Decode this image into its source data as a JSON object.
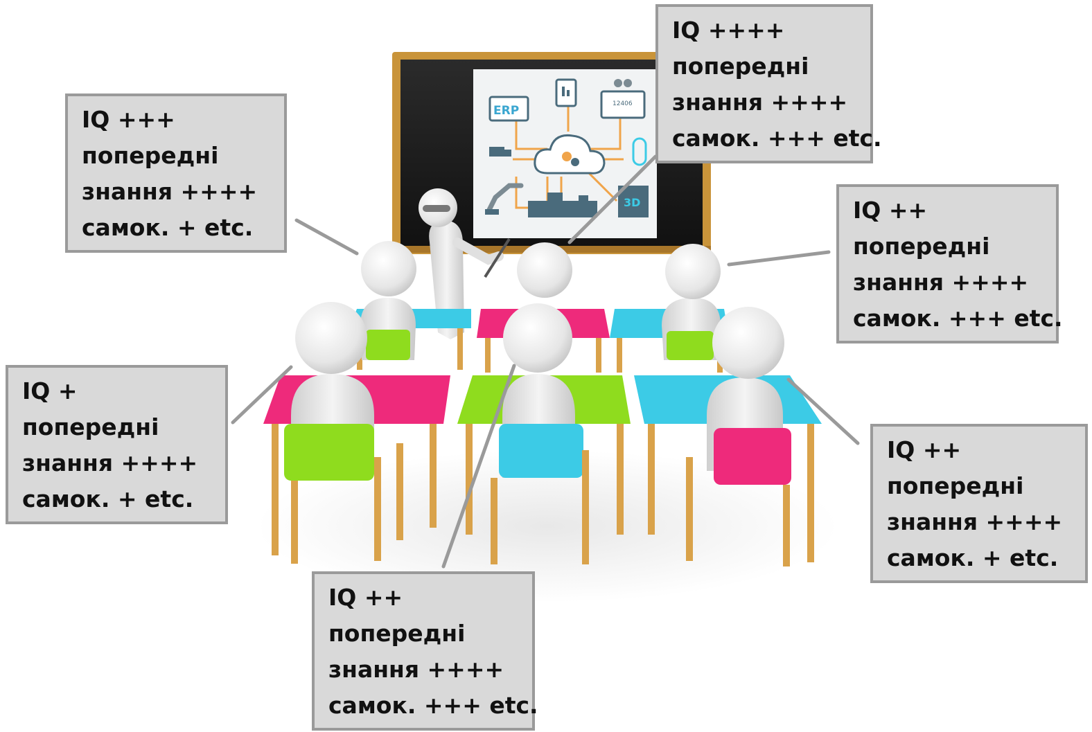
{
  "callouts": [
    {
      "id": "top-right",
      "lines": [
        "IQ ++++",
        "попередні",
        "знання ++++",
        "самок. +++ etc."
      ]
    },
    {
      "id": "top-left",
      "lines": [
        "IQ +++",
        "попередні",
        "знання ++++",
        "самок. + etc."
      ]
    },
    {
      "id": "right-upper",
      "lines": [
        "IQ ++",
        "попередні",
        "знання ++++",
        "самок. +++ etc."
      ]
    },
    {
      "id": "left",
      "lines": [
        "IQ +",
        "попередні",
        "знання ++++",
        "самок. + etc."
      ]
    },
    {
      "id": "right-lower",
      "lines": [
        "IQ ++",
        "попередні",
        "знання ++++",
        "самок. + etc."
      ]
    },
    {
      "id": "bottom",
      "lines": [
        "IQ ++",
        "попередні",
        "знання ++++",
        "самок. +++ etc."
      ]
    }
  ],
  "screen": {
    "erp_label": "ERP",
    "print_label": "3D",
    "counter_label": "12406"
  },
  "colors": {
    "callout_fill": "#d9d9d9",
    "callout_border": "#9a9a9a",
    "board_frame": "#c9943a",
    "board": "#1d1d1d",
    "desk_pink": "#ee2a7b",
    "desk_cyan": "#3ccbe6",
    "desk_green": "#8fdc1e",
    "chair_wood": "#d9a24a"
  }
}
